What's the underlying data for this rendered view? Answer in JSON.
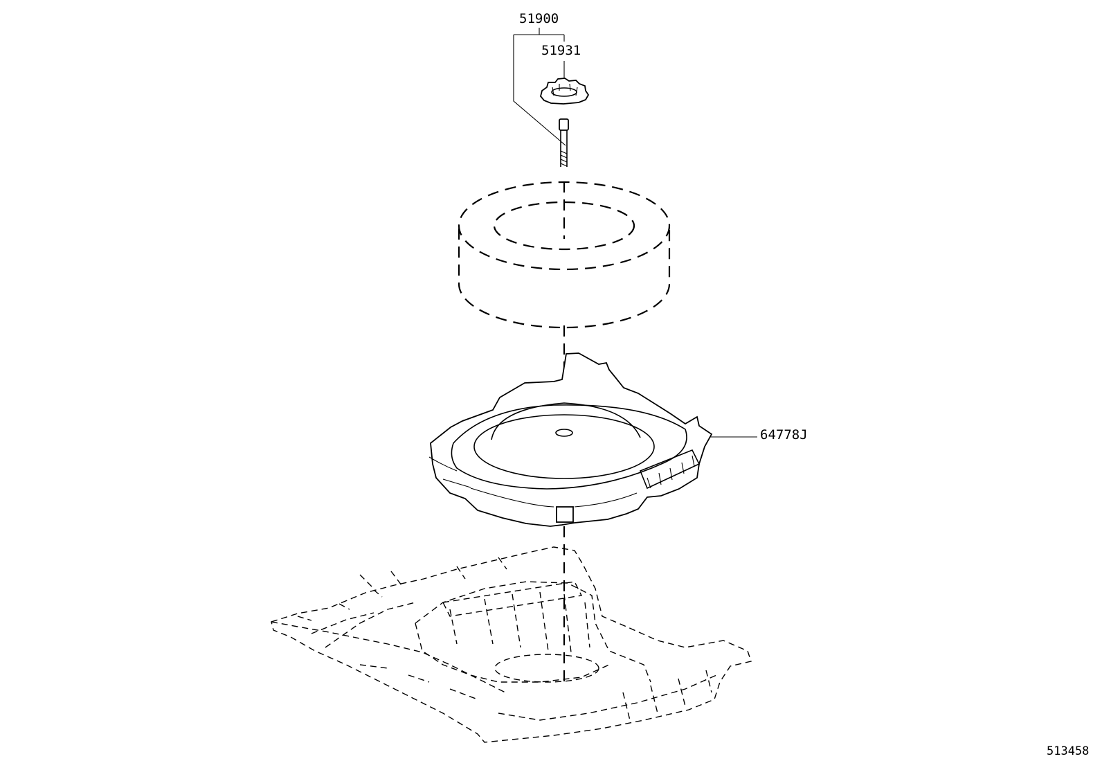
{
  "callouts": {
    "assembly": "51900",
    "nut": "51931",
    "tray": "64778J"
  },
  "illustration_id": "513458"
}
